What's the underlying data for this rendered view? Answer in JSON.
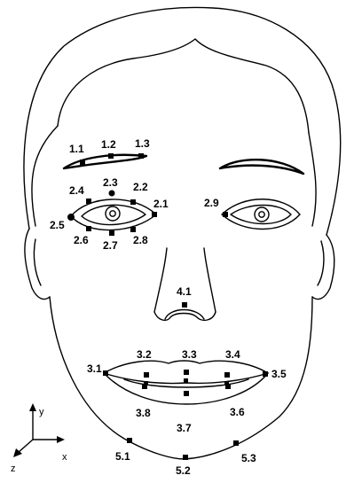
{
  "diagram": {
    "feature_points": [
      {
        "id": "p-1-1",
        "label": "1.1"
      },
      {
        "id": "p-1-2",
        "label": "1.2"
      },
      {
        "id": "p-1-3",
        "label": "1.3"
      },
      {
        "id": "p-2-1",
        "label": "2.1"
      },
      {
        "id": "p-2-2",
        "label": "2.2"
      },
      {
        "id": "p-2-3",
        "label": "2.3"
      },
      {
        "id": "p-2-4",
        "label": "2.4"
      },
      {
        "id": "p-2-5",
        "label": "2.5"
      },
      {
        "id": "p-2-6",
        "label": "2.6"
      },
      {
        "id": "p-2-7",
        "label": "2.7"
      },
      {
        "id": "p-2-8",
        "label": "2.8"
      },
      {
        "id": "p-2-9",
        "label": "2.9"
      },
      {
        "id": "p-4-1",
        "label": "4.1"
      },
      {
        "id": "p-3-1",
        "label": "3.1"
      },
      {
        "id": "p-3-2",
        "label": "3.2"
      },
      {
        "id": "p-3-3",
        "label": "3.3"
      },
      {
        "id": "p-3-4",
        "label": "3.4"
      },
      {
        "id": "p-3-5",
        "label": "3.5"
      },
      {
        "id": "p-3-6",
        "label": "3.6"
      },
      {
        "id": "p-3-7",
        "label": "3.7"
      },
      {
        "id": "p-3-8",
        "label": "3.8"
      },
      {
        "id": "p-5-1",
        "label": "5.1"
      },
      {
        "id": "p-5-2",
        "label": "5.2"
      },
      {
        "id": "p-5-3",
        "label": "5.3"
      }
    ],
    "axes": {
      "y": "y",
      "x": "x",
      "z": "z"
    }
  }
}
